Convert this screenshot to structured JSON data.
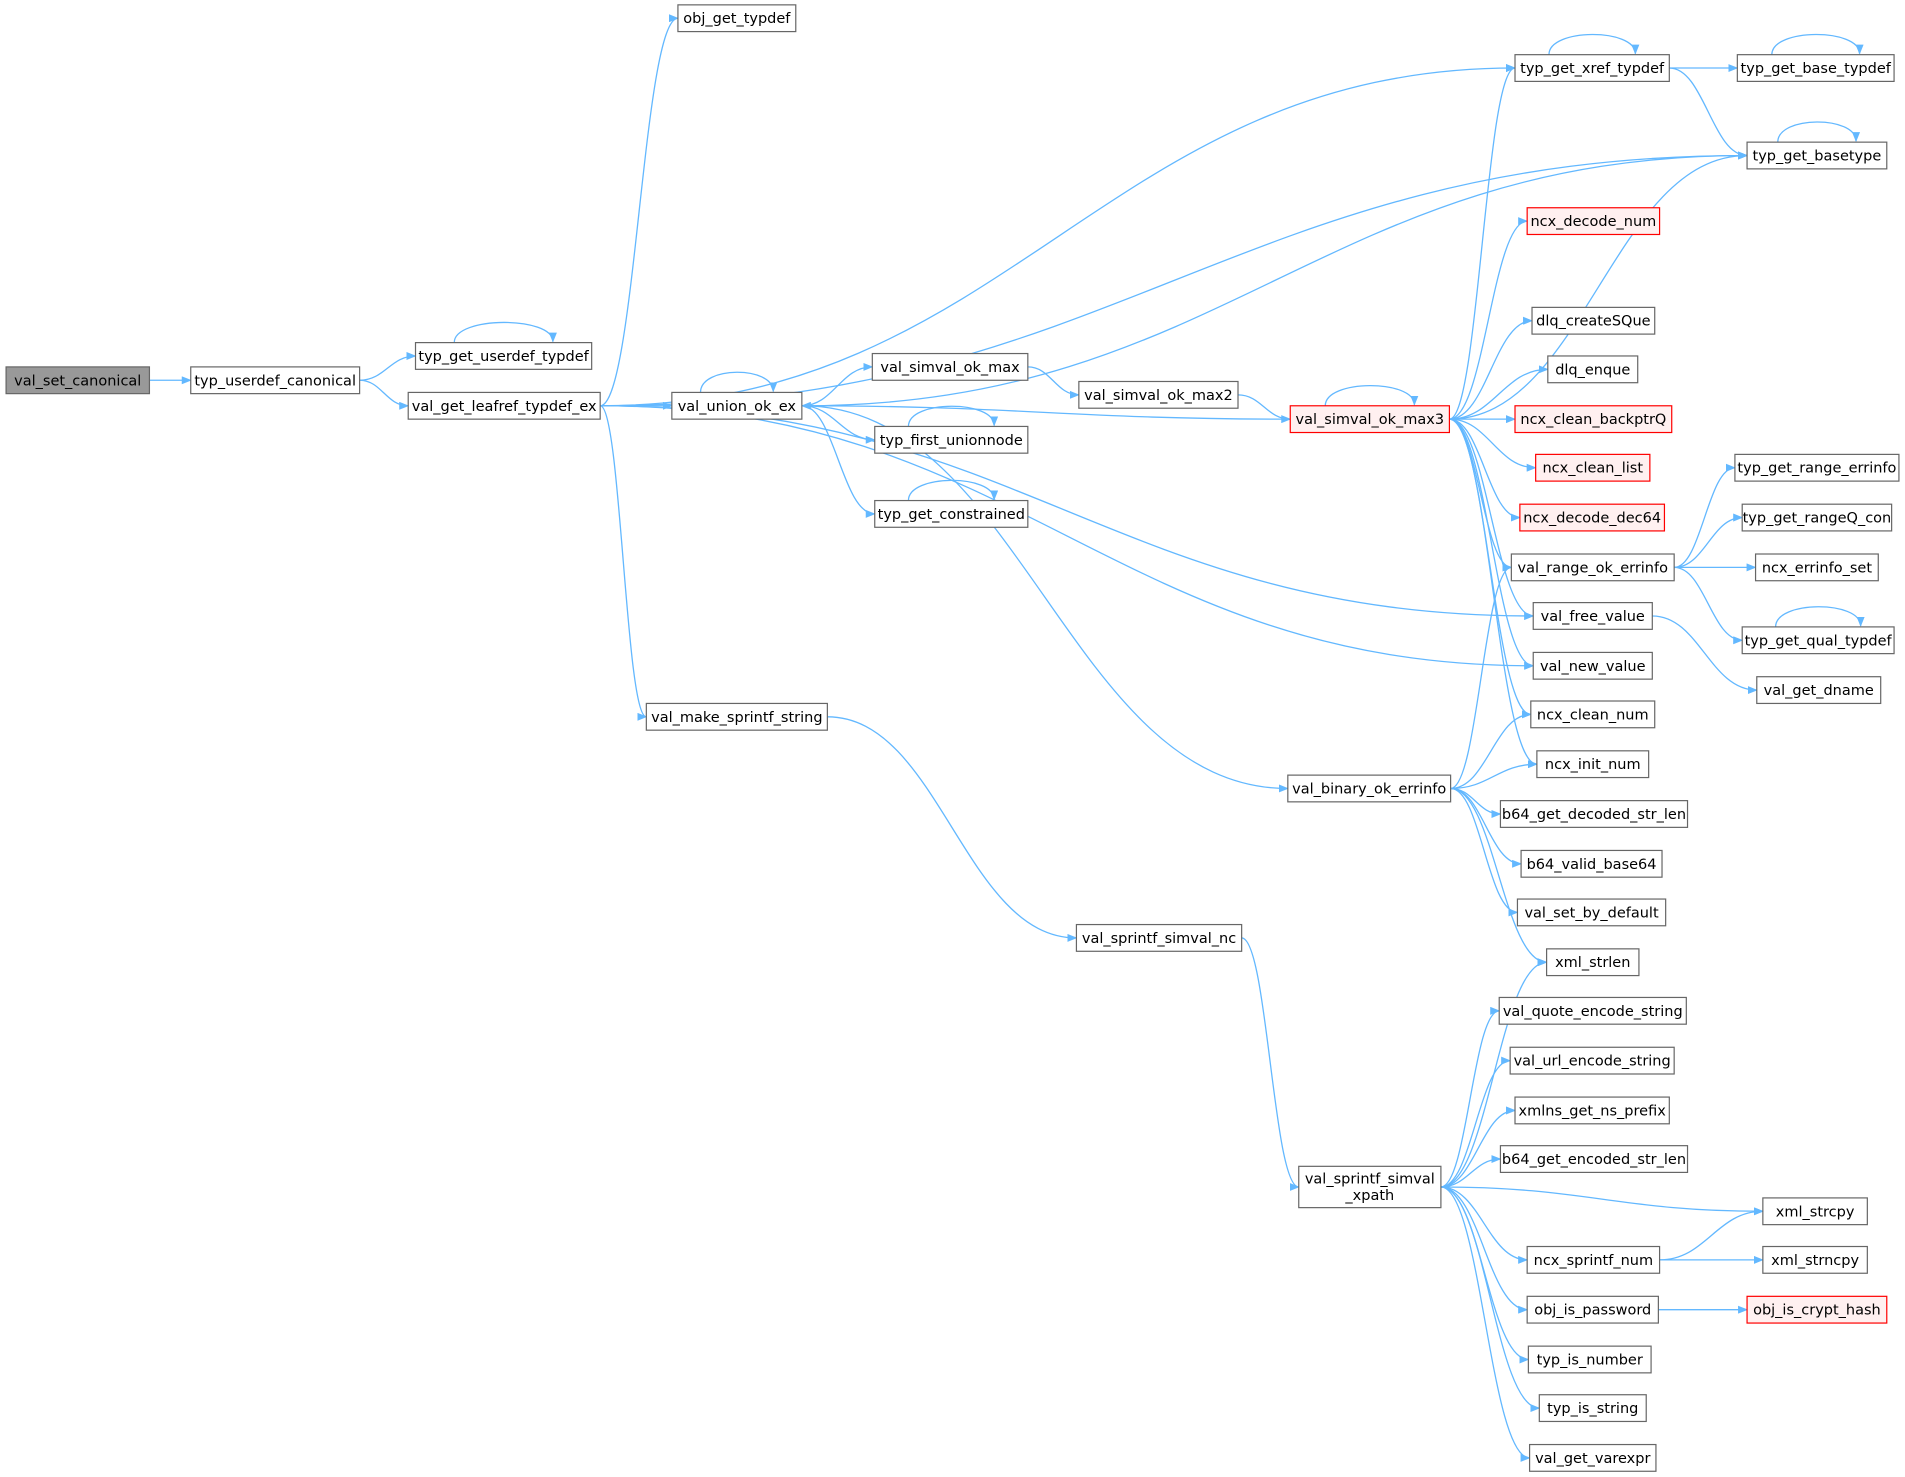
{
  "colors": {
    "edge": "#63b8ff",
    "node_border": "#666666",
    "node_fill": "#ffffff",
    "root_fill": "#999999",
    "highlight_border": "#ff0000",
    "highlight_fill": "#fff0f0"
  },
  "nodes": [
    {
      "id": "val_set_canonical",
      "label": "val_set_canonical",
      "style": "root"
    },
    {
      "id": "typ_userdef_canonical",
      "label": "typ_userdef_canonical"
    },
    {
      "id": "typ_get_userdef_typdef",
      "label": "typ_get_userdef_typdef"
    },
    {
      "id": "val_get_leafref_typdef_ex",
      "label": "val_get_leafref_typdef_ex"
    },
    {
      "id": "obj_get_typdef",
      "label": "obj_get_typdef"
    },
    {
      "id": "typ_get_xref_typdef",
      "label": "typ_get_xref_typdef"
    },
    {
      "id": "typ_get_base_typdef",
      "label": "typ_get_base_typdef"
    },
    {
      "id": "typ_get_basetype",
      "label": "typ_get_basetype"
    },
    {
      "id": "val_union_ok_ex",
      "label": "val_union_ok_ex"
    },
    {
      "id": "val_simval_ok_max",
      "label": "val_simval_ok_max"
    },
    {
      "id": "val_simval_ok_max2",
      "label": "val_simval_ok_max2"
    },
    {
      "id": "val_simval_ok_max3",
      "label": "val_simval_ok_max3",
      "style": "red"
    },
    {
      "id": "typ_first_unionnode",
      "label": "typ_first_unionnode"
    },
    {
      "id": "typ_get_constrained",
      "label": "typ_get_constrained"
    },
    {
      "id": "ncx_decode_num",
      "label": "ncx_decode_num",
      "style": "red"
    },
    {
      "id": "dlq_createSQue",
      "label": "dlq_createSQue"
    },
    {
      "id": "dlq_enque",
      "label": "dlq_enque"
    },
    {
      "id": "ncx_clean_backptrQ",
      "label": "ncx_clean_backptrQ",
      "style": "red"
    },
    {
      "id": "ncx_clean_list",
      "label": "ncx_clean_list",
      "style": "red"
    },
    {
      "id": "ncx_decode_dec64",
      "label": "ncx_decode_dec64",
      "style": "red"
    },
    {
      "id": "val_range_ok_errinfo",
      "label": "val_range_ok_errinfo"
    },
    {
      "id": "typ_get_range_errinfo",
      "label": "typ_get_range_errinfo"
    },
    {
      "id": "typ_get_rangeQ_con",
      "label": "typ_get_rangeQ_con"
    },
    {
      "id": "ncx_errinfo_set",
      "label": "ncx_errinfo_set"
    },
    {
      "id": "typ_get_qual_typdef",
      "label": "typ_get_qual_typdef"
    },
    {
      "id": "val_free_value",
      "label": "val_free_value"
    },
    {
      "id": "val_get_dname",
      "label": "val_get_dname"
    },
    {
      "id": "val_new_value",
      "label": "val_new_value"
    },
    {
      "id": "ncx_clean_num",
      "label": "ncx_clean_num"
    },
    {
      "id": "ncx_init_num",
      "label": "ncx_init_num"
    },
    {
      "id": "val_make_sprintf_string",
      "label": "val_make_sprintf_string"
    },
    {
      "id": "val_binary_ok_errinfo",
      "label": "val_binary_ok_errinfo"
    },
    {
      "id": "b64_get_decoded_str_len",
      "label": "b64_get_decoded_str_len"
    },
    {
      "id": "b64_valid_base64",
      "label": "b64_valid_base64"
    },
    {
      "id": "val_set_by_default",
      "label": "val_set_by_default"
    },
    {
      "id": "xml_strlen",
      "label": "xml_strlen"
    },
    {
      "id": "val_sprintf_simval_nc",
      "label": "val_sprintf_simval_nc"
    },
    {
      "id": "val_quote_encode_string",
      "label": "val_quote_encode_string"
    },
    {
      "id": "val_url_encode_string",
      "label": "val_url_encode_string"
    },
    {
      "id": "xmlns_get_ns_prefix",
      "label": "xmlns_get_ns_prefix"
    },
    {
      "id": "b64_get_encoded_str_len",
      "label": "b64_get_encoded_str_len"
    },
    {
      "id": "val_sprintf_simval_xpath",
      "label": "val_sprintf_simval\n_xpath"
    },
    {
      "id": "xml_strcpy",
      "label": "xml_strcpy"
    },
    {
      "id": "ncx_sprintf_num",
      "label": "ncx_sprintf_num"
    },
    {
      "id": "xml_strncpy",
      "label": "xml_strncpy"
    },
    {
      "id": "obj_is_password",
      "label": "obj_is_password"
    },
    {
      "id": "obj_is_crypt_hash",
      "label": "obj_is_crypt_hash",
      "style": "red"
    },
    {
      "id": "typ_is_number",
      "label": "typ_is_number"
    },
    {
      "id": "typ_is_string",
      "label": "typ_is_string"
    },
    {
      "id": "val_get_varexpr",
      "label": "val_get_varexpr"
    }
  ],
  "edges": [
    [
      "val_set_canonical",
      "typ_userdef_canonical"
    ],
    [
      "typ_userdef_canonical",
      "typ_get_userdef_typdef"
    ],
    [
      "typ_userdef_canonical",
      "val_get_leafref_typdef_ex"
    ],
    [
      "typ_get_userdef_typdef",
      "typ_get_userdef_typdef"
    ],
    [
      "val_get_leafref_typdef_ex",
      "obj_get_typdef"
    ],
    [
      "val_get_leafref_typdef_ex",
      "typ_get_xref_typdef"
    ],
    [
      "val_get_leafref_typdef_ex",
      "typ_get_basetype"
    ],
    [
      "val_get_leafref_typdef_ex",
      "val_union_ok_ex"
    ],
    [
      "val_get_leafref_typdef_ex",
      "val_free_value"
    ],
    [
      "val_get_leafref_typdef_ex",
      "val_new_value"
    ],
    [
      "val_get_leafref_typdef_ex",
      "val_make_sprintf_string"
    ],
    [
      "typ_get_xref_typdef",
      "typ_get_xref_typdef"
    ],
    [
      "typ_get_xref_typdef",
      "typ_get_base_typdef"
    ],
    [
      "typ_get_xref_typdef",
      "typ_get_basetype"
    ],
    [
      "typ_get_base_typdef",
      "typ_get_base_typdef"
    ],
    [
      "typ_get_basetype",
      "typ_get_basetype"
    ],
    [
      "val_union_ok_ex",
      "typ_get_basetype"
    ],
    [
      "val_union_ok_ex",
      "val_union_ok_ex"
    ],
    [
      "val_union_ok_ex",
      "val_simval_ok_max"
    ],
    [
      "val_union_ok_ex",
      "typ_first_unionnode"
    ],
    [
      "val_union_ok_ex",
      "typ_get_constrained"
    ],
    [
      "val_union_ok_ex",
      "val_binary_ok_errinfo"
    ],
    [
      "val_simval_ok_max",
      "val_simval_ok_max2"
    ],
    [
      "val_simval_ok_max2",
      "val_simval_ok_max3"
    ],
    [
      "typ_first_unionnode",
      "typ_first_unionnode"
    ],
    [
      "typ_get_constrained",
      "typ_get_constrained"
    ],
    [
      "val_simval_ok_max3",
      "val_union_ok_ex"
    ],
    [
      "val_simval_ok_max3",
      "val_simval_ok_max3"
    ],
    [
      "val_simval_ok_max3",
      "typ_get_xref_typdef"
    ],
    [
      "val_simval_ok_max3",
      "typ_get_basetype"
    ],
    [
      "val_simval_ok_max3",
      "ncx_decode_num"
    ],
    [
      "val_simval_ok_max3",
      "dlq_createSQue"
    ],
    [
      "val_simval_ok_max3",
      "dlq_enque"
    ],
    [
      "val_simval_ok_max3",
      "ncx_clean_backptrQ"
    ],
    [
      "val_simval_ok_max3",
      "ncx_clean_list"
    ],
    [
      "val_simval_ok_max3",
      "ncx_decode_dec64"
    ],
    [
      "val_simval_ok_max3",
      "val_range_ok_errinfo"
    ],
    [
      "val_simval_ok_max3",
      "val_free_value"
    ],
    [
      "val_simval_ok_max3",
      "val_new_value"
    ],
    [
      "val_simval_ok_max3",
      "ncx_clean_num"
    ],
    [
      "val_simval_ok_max3",
      "ncx_init_num"
    ],
    [
      "val_range_ok_errinfo",
      "typ_get_range_errinfo"
    ],
    [
      "val_range_ok_errinfo",
      "typ_get_rangeQ_con"
    ],
    [
      "val_range_ok_errinfo",
      "ncx_errinfo_set"
    ],
    [
      "val_range_ok_errinfo",
      "typ_get_qual_typdef"
    ],
    [
      "typ_get_qual_typdef",
      "typ_get_qual_typdef"
    ],
    [
      "val_free_value",
      "val_get_dname"
    ],
    [
      "val_binary_ok_errinfo",
      "val_range_ok_errinfo"
    ],
    [
      "val_binary_ok_errinfo",
      "ncx_clean_num"
    ],
    [
      "val_binary_ok_errinfo",
      "ncx_init_num"
    ],
    [
      "val_binary_ok_errinfo",
      "b64_get_decoded_str_len"
    ],
    [
      "val_binary_ok_errinfo",
      "b64_valid_base64"
    ],
    [
      "val_binary_ok_errinfo",
      "val_set_by_default"
    ],
    [
      "val_binary_ok_errinfo",
      "xml_strlen"
    ],
    [
      "val_make_sprintf_string",
      "val_sprintf_simval_nc"
    ],
    [
      "val_sprintf_simval_nc",
      "val_sprintf_simval_xpath"
    ],
    [
      "val_sprintf_simval_xpath",
      "xml_strlen"
    ],
    [
      "val_sprintf_simval_xpath",
      "val_quote_encode_string"
    ],
    [
      "val_sprintf_simval_xpath",
      "val_url_encode_string"
    ],
    [
      "val_sprintf_simval_xpath",
      "xmlns_get_ns_prefix"
    ],
    [
      "val_sprintf_simval_xpath",
      "b64_get_encoded_str_len"
    ],
    [
      "val_sprintf_simval_xpath",
      "xml_strcpy"
    ],
    [
      "val_sprintf_simval_xpath",
      "ncx_sprintf_num"
    ],
    [
      "val_sprintf_simval_xpath",
      "obj_is_password"
    ],
    [
      "val_sprintf_simval_xpath",
      "typ_is_number"
    ],
    [
      "val_sprintf_simval_xpath",
      "typ_is_string"
    ],
    [
      "val_sprintf_simval_xpath",
      "val_get_varexpr"
    ],
    [
      "ncx_sprintf_num",
      "xml_strcpy"
    ],
    [
      "ncx_sprintf_num",
      "xml_strncpy"
    ],
    [
      "obj_is_password",
      "obj_is_crypt_hash"
    ]
  ]
}
